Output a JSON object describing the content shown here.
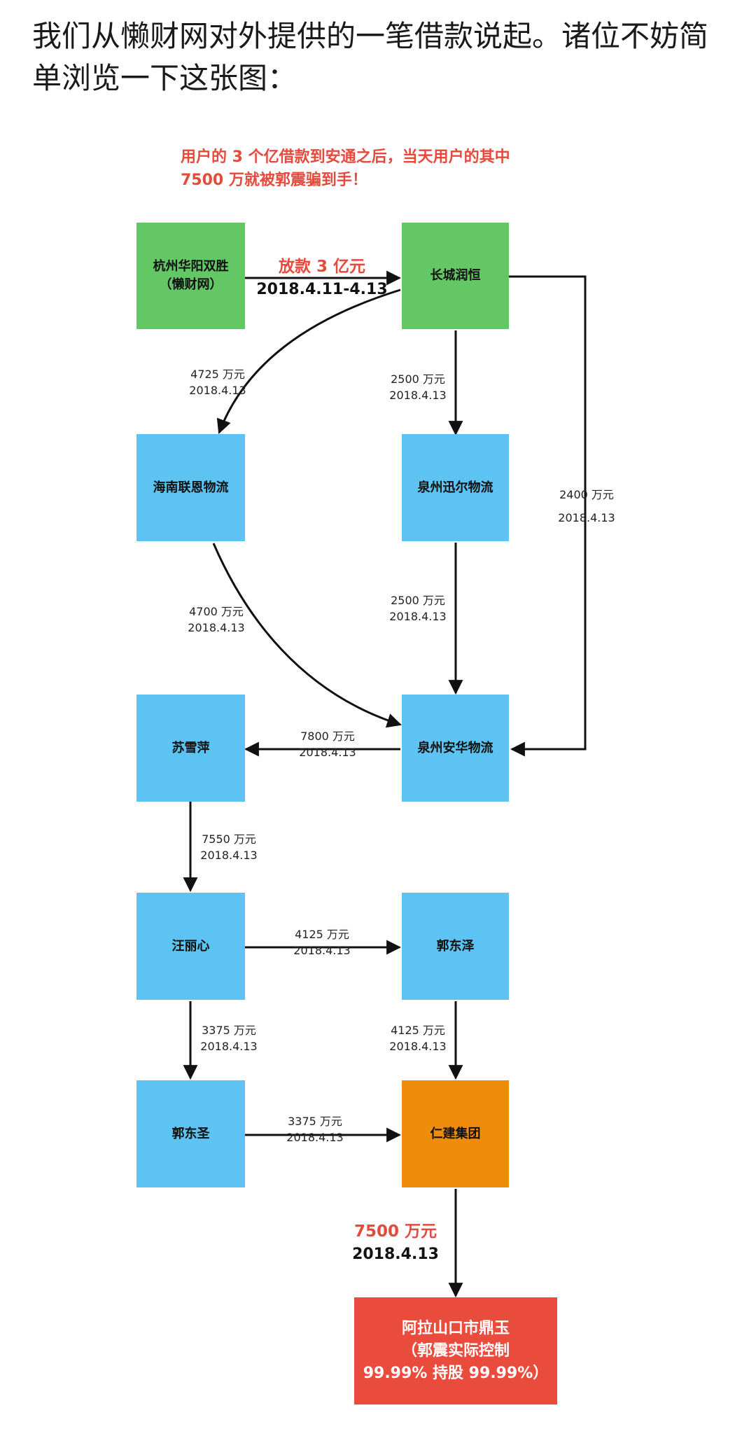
{
  "intro_text": "我们从懒财网对外提供的一笔借款说起。诸位不妨简单浏览一下这张图：",
  "header_note": {
    "line1": "用户的 3 个亿借款到安通之后，当天用户的其中",
    "line2": "7500 万就被郭震骗到手！"
  },
  "nodes": {
    "hangzhou": {
      "line1": "杭州华阳双胜",
      "line2": "（懒财网）"
    },
    "changcheng": "长城润恒",
    "hainan": "海南联恩物流",
    "quanzhou_xun": "泉州迅尔物流",
    "quanzhou_an": "泉州安华物流",
    "suxueping": "苏雪萍",
    "wanglixin": "汪丽心",
    "guodongze": "郭东泽",
    "guodongsheng": "郭东圣",
    "renjian": "仁建集团",
    "alashan": {
      "line1": "阿拉山口市鼎玉",
      "line2": "（郭震实际控制",
      "line3": "99.99% 持股 99.99%）"
    }
  },
  "edges": {
    "loan": {
      "amount": "放款 3 亿元",
      "date": "2018.4.11-4.13"
    },
    "cc_to_hainan": {
      "amount": "4725 万元",
      "date": "2018.4.13"
    },
    "cc_to_xun": {
      "amount": "2500 万元",
      "date": "2018.4.13"
    },
    "cc_to_an": {
      "amount": "2400 万元",
      "date": "2018.4.13"
    },
    "hainan_to_an": {
      "amount": "4700 万元",
      "date": "2018.4.13"
    },
    "xun_to_an": {
      "amount": "2500 万元",
      "date": "2018.4.13"
    },
    "an_to_su": {
      "amount": "7800 万元",
      "date": "2018.4.13"
    },
    "su_to_wang": {
      "amount": "7550 万元",
      "date": "2018.4.13"
    },
    "wang_to_ze": {
      "amount": "4125 万元",
      "date": "2018.4.13"
    },
    "wang_to_sheng": {
      "amount": "3375 万元",
      "date": "2018.4.13"
    },
    "ze_to_ren": {
      "amount": "4125 万元",
      "date": "2018.4.13"
    },
    "sheng_to_ren": {
      "amount": "3375 万元",
      "date": "2018.4.13"
    },
    "ren_to_ala": {
      "amount": "7500 万元",
      "date": "2018.4.13"
    }
  },
  "colors": {
    "green": "#63c765",
    "blue": "#5cc3f2",
    "orange": "#ef8c0b",
    "red": "#e94b3c",
    "accent_text": "#e64a3c"
  }
}
